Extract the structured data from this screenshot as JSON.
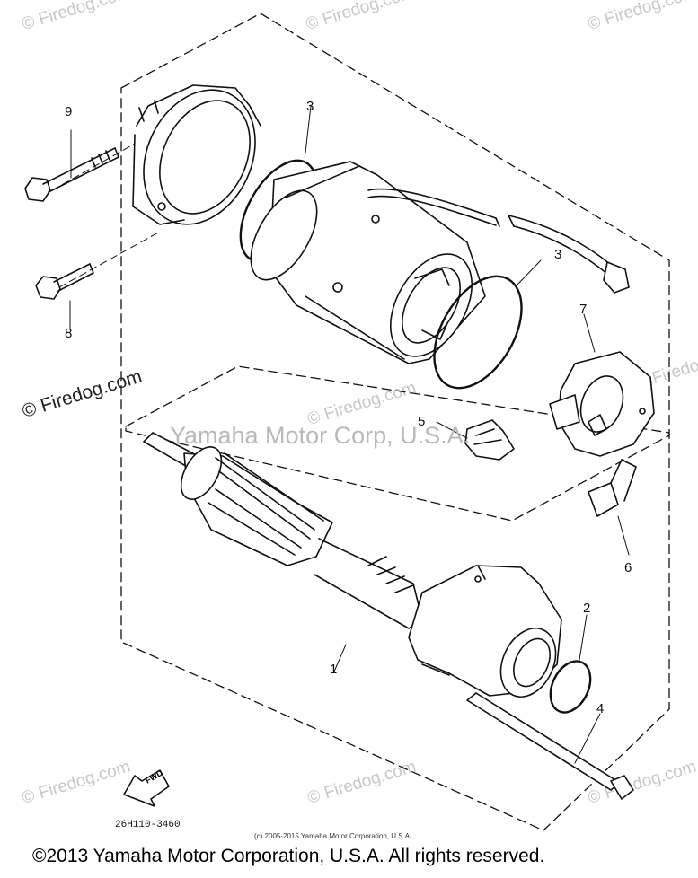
{
  "diagram": {
    "watermark_main": "Yamaha Motor Corp, U.S.A.",
    "watermark_side": "© Firedog.com",
    "watermark_corner": "© Firedog.com",
    "part_numbers": [
      "1",
      "2",
      "3",
      "3",
      "4",
      "5",
      "6",
      "7",
      "8",
      "9"
    ],
    "fwd_label": "FWD",
    "diagram_code": "26H110-3460",
    "small_copyright": "(c) 2005-2015 Yamaha Motor Corporation, U.S.A.",
    "footer": "©2013 Yamaha Motor Corporation, U.S.A. All rights reserved."
  }
}
